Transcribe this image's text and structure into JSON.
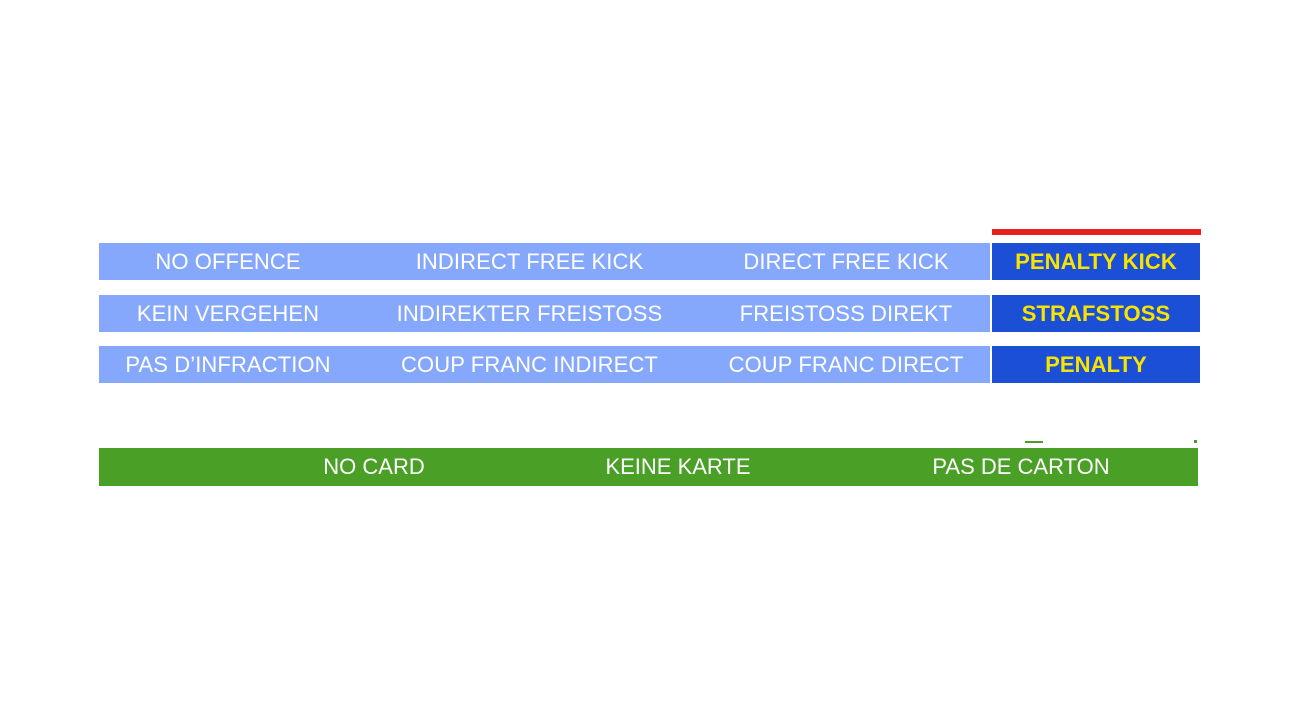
{
  "colors": {
    "light_blue": "#86a8fc",
    "dark_blue": "#1a4fd6",
    "green": "#4aa026",
    "red_accent": "#e8201c",
    "yellow_text": "#f9e300",
    "white_text": "#ffffff",
    "background": "#ffffff"
  },
  "decision_table": {
    "rows": [
      {
        "language": "english",
        "cells": [
          {
            "label": "NO OFFENCE",
            "style": "light"
          },
          {
            "label": "INDIRECT FREE KICK",
            "style": "light"
          },
          {
            "label": "DIRECT FREE KICK",
            "style": "light"
          },
          {
            "label": "PENALTY KICK",
            "style": "dark"
          }
        ]
      },
      {
        "language": "german",
        "cells": [
          {
            "label": "KEIN VERGEHEN",
            "style": "light"
          },
          {
            "label": "INDIREKTER FREISTOSS",
            "style": "light"
          },
          {
            "label": "FREISTOSS DIREKT",
            "style": "light"
          },
          {
            "label": "STRAFSTOSS",
            "style": "dark"
          }
        ]
      },
      {
        "language": "french",
        "cells": [
          {
            "label": "PAS D’INFRACTION",
            "style": "light"
          },
          {
            "label": "COUP FRANC INDIRECT",
            "style": "light"
          },
          {
            "label": "COUP FRANC DIRECT",
            "style": "light"
          },
          {
            "label": "PENALTY",
            "style": "dark"
          }
        ]
      }
    ]
  },
  "card_row": {
    "cells": [
      {
        "language": "english",
        "label": "NO CARD"
      },
      {
        "language": "german",
        "label": "KEINE KARTE"
      },
      {
        "language": "french",
        "label": "PAS DE CARTON"
      }
    ]
  }
}
